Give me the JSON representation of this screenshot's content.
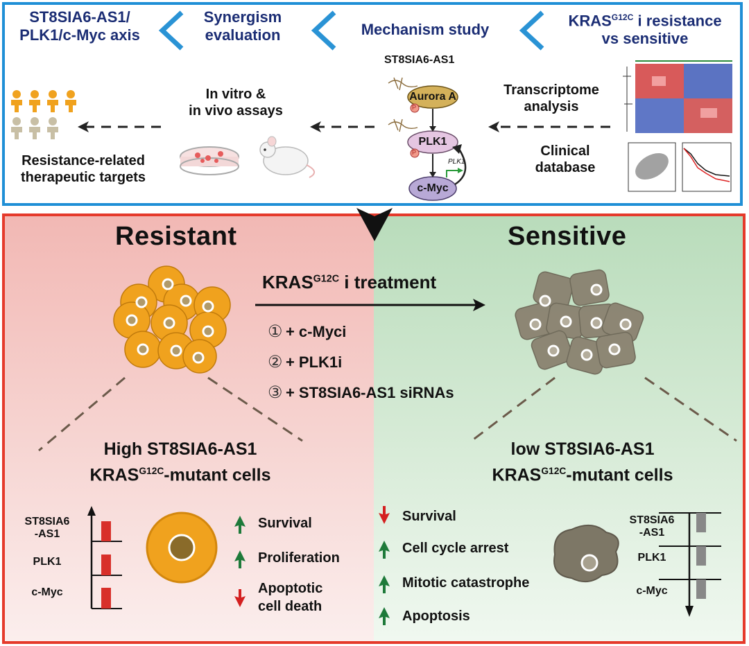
{
  "top": {
    "steps": [
      {
        "line1": "ST8SIA6-AS1/",
        "line2": "PLK1/c-Myc axis"
      },
      {
        "line1": "Synergism",
        "line2": "evaluation"
      },
      {
        "line1": "Mechanism study",
        "line2": ""
      },
      {
        "line1_pre": "KRAS",
        "line1_sup": "G12C",
        "line1_post": " i resistance",
        "line2": "vs sensitive"
      }
    ],
    "transcriptome_line1": "Transcriptome",
    "transcriptome_line2": "analysis",
    "clinical_line1": "Clinical",
    "clinical_line2": "database",
    "assays_line1": "In vitro &",
    "assays_line2": "in vivo assays",
    "targets_line1": "Resistance-related",
    "targets_line2": "therapeutic targets",
    "pathway": {
      "lnc": "ST8SIA6-AS1",
      "aurora": "Aurora A",
      "plk1": "PLK1",
      "cmyc": "c-Myc",
      "p": "P",
      "gene_label": "PLK1"
    },
    "colors": {
      "frame": "#1f8fd6",
      "step_text": "#1b2d74",
      "chevron": "#2a93d5"
    }
  },
  "bottom": {
    "resistant": "Resistant",
    "sensitive": "Sensitive",
    "treatment_pre": "KRAS",
    "treatment_sup": "G12C",
    "treatment_post": " i treatment",
    "combos": [
      {
        "num": "①",
        "text": "+ c-Myci"
      },
      {
        "num": "②",
        "text": "+ PLK1i"
      },
      {
        "num": "③",
        "text": "+ ST8SIA6-AS1 siRNAs"
      }
    ],
    "left_heading_line1": "High ST8SIA6-AS1",
    "left_heading_pre": "KRAS",
    "left_heading_sup": "G12C",
    "left_heading_post": "-mutant cells",
    "right_heading_line1": "low ST8SIA6-AS1",
    "right_heading_pre": "KRAS",
    "right_heading_sup": "G12C",
    "right_heading_post": "-mutant cells",
    "genes": {
      "st_line1": "ST8SIA6",
      "st_line2": "-AS1",
      "plk1": "PLK1",
      "cmyc": "c-Myc"
    },
    "left_effects": [
      {
        "dir": "up",
        "text": "Survival"
      },
      {
        "dir": "up",
        "text": "Proliferation"
      },
      {
        "dir": "down",
        "text": "Apoptotic",
        "text2": "cell death"
      }
    ],
    "right_effects": [
      {
        "dir": "down",
        "text": "Survival"
      },
      {
        "dir": "up",
        "text": "Cell cycle arrest"
      },
      {
        "dir": "up",
        "text": "Mitotic catastrophe"
      },
      {
        "dir": "up",
        "text": "Apoptosis"
      }
    ],
    "colors": {
      "frame": "#e53a2b",
      "up": "#1e7a3a",
      "down": "#d42020",
      "resistant_cell": "#f0a21e",
      "sensitive_cell": "#7d7766"
    }
  }
}
